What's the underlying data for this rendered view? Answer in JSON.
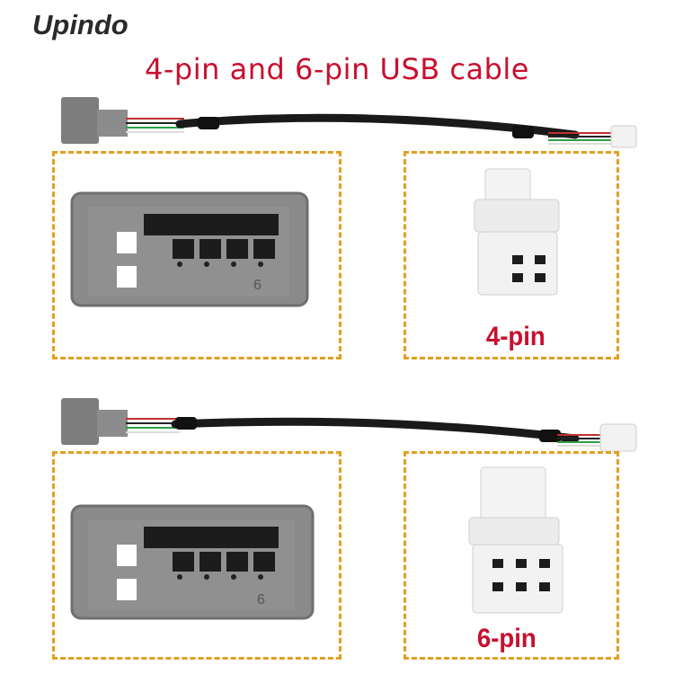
{
  "brand": "Upindo",
  "headline": "4-pin and 6-pin USB cable",
  "connectors": [
    {
      "label": "4-pin"
    },
    {
      "label": "6-pin"
    }
  ],
  "housing_mark": "6",
  "colors": {
    "accent_red": "#c8102e",
    "frame_orange": "#e0a020",
    "housing_grey": "#8a8a8a",
    "connector_white": "#f2f2f2",
    "cable_black": "#1a1a1a"
  }
}
